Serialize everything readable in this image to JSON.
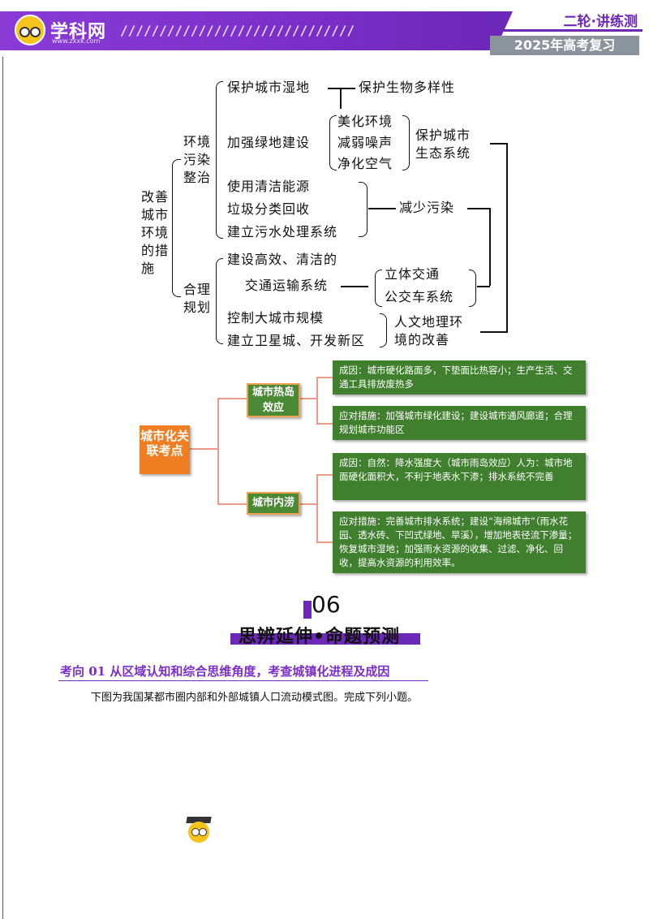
{
  "header": {
    "logo_name": "学科网",
    "logo_url": "www.zxxk.com",
    "slashes": "//////////////////////////////",
    "right_top": "二轮·讲练测",
    "right_bottom": "2025年高考复习"
  },
  "mindmap1": {
    "root": [
      "改善",
      "城市",
      "环境",
      "的措",
      "施"
    ],
    "branch_env": [
      "环境",
      "污染",
      "整治"
    ],
    "branch_plan": [
      "合理",
      "规划"
    ],
    "items": {
      "wetland": "保护城市湿地",
      "biodiversity": "保护生物多样性",
      "green": "加强绿地建设",
      "beautify": "美化环境",
      "noise": "减弱噪声",
      "air": "净化空气",
      "eco": [
        "保护城市",
        "生态系统"
      ],
      "clean_energy": "使用清洁能源",
      "garbage": "垃圾分类回收",
      "sewage": "建立污水处理系统",
      "reduce": "减少污染",
      "transport1": "建设高效、清洁的",
      "transport2": "交通运输系统",
      "stereo": "立体交通",
      "bus": "公交车系统",
      "control": "控制大城市规模",
      "satellite": "建立卫星城、开发新区",
      "human": [
        "人文地理环",
        "境的改善"
      ]
    }
  },
  "mindmap2": {
    "root": "城市化关联考点",
    "heat_island": "城市热岛效应",
    "waterlog": "城市内涝",
    "boxes": {
      "hi_cause": "成因：城市硬化路面多，下垫面比热容小；生产生活、交通工具排放废热多",
      "hi_measure": "应对措施：加强城市绿化建设；建设城市通风廊道；合理规划城市功能区",
      "wl_cause": "成因：自然：降水强度大（城市雨岛效应）人为：城市地面硬化面积大，不利于地表水下渗；排水系统不完善",
      "wl_measure": "应对措施：完善城市排水系统；建设“海绵城市”（雨水花园、透水砖、下凹式绿地、旱溪），增加地表径流下渗量；恢复城市湿地；加强雨水资源的收集、过滤、净化、回收，提高水资源的利用效率。"
    }
  },
  "section": {
    "number": "06",
    "title": "思辨延伸•命题预测",
    "kaoxiang": "考向 01 从区域认知和综合思维角度，考查城镇化进程及成因",
    "paragraph": "下图为我国某都市圈内部和外部城镇人口流动模式图。完成下列小题。"
  },
  "colors": {
    "purple": "#6c28b8",
    "green": "#3f7f2e",
    "orange": "#ef7d22"
  }
}
